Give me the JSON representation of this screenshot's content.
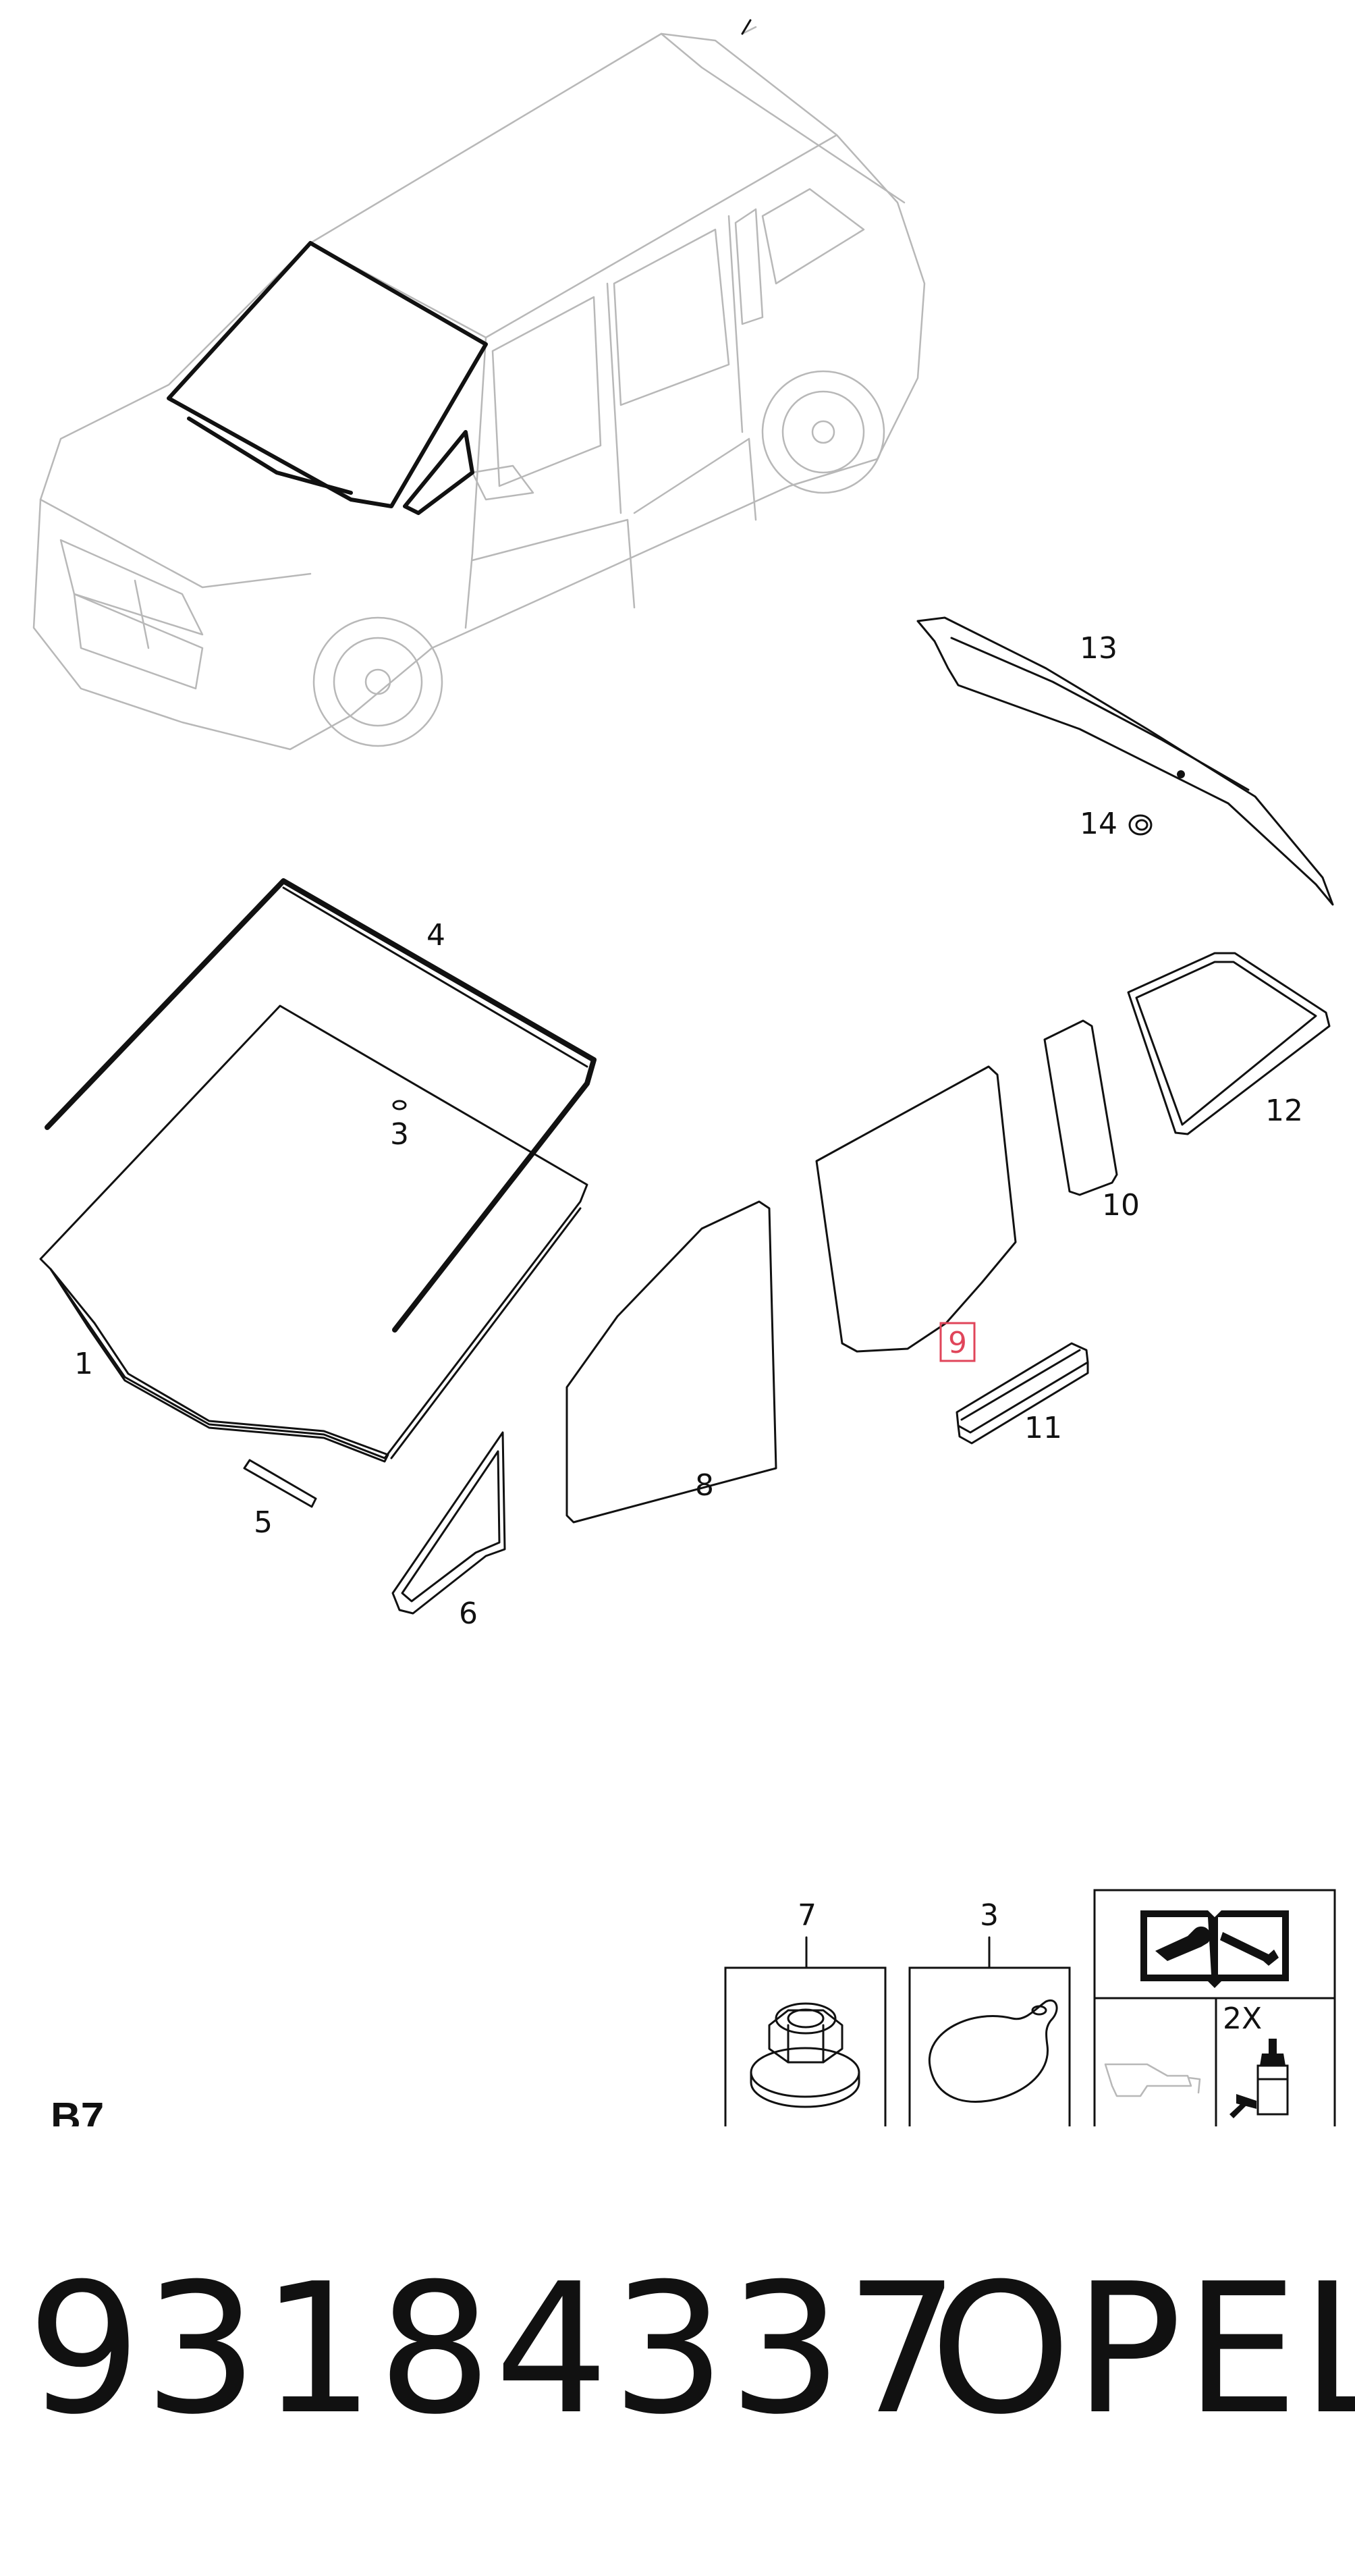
{
  "catalog": {
    "section_code": "B7"
  },
  "callouts": [
    {
      "id": "1",
      "text": "1"
    },
    {
      "id": "3",
      "text": "3"
    },
    {
      "id": "4",
      "text": "4"
    },
    {
      "id": "5",
      "text": "5"
    },
    {
      "id": "6",
      "text": "6"
    },
    {
      "id": "8",
      "text": "8"
    },
    {
      "id": "9",
      "text": "9",
      "highlighted": true
    },
    {
      "id": "10",
      "text": "10"
    },
    {
      "id": "11",
      "text": "11"
    },
    {
      "id": "12",
      "text": "12"
    },
    {
      "id": "13",
      "text": "13"
    },
    {
      "id": "14",
      "text": "14"
    }
  ],
  "detail_boxes": [
    {
      "id": "7",
      "text": "7"
    },
    {
      "id": "3",
      "text": "3"
    }
  ],
  "service_box": {
    "quantity_note": "2X"
  },
  "footer": {
    "part_number": "93184337",
    "brand": "OPEL"
  },
  "colors": {
    "highlight": "#e0455a",
    "line": "#111111",
    "vehicle": "#b8b8b8"
  }
}
